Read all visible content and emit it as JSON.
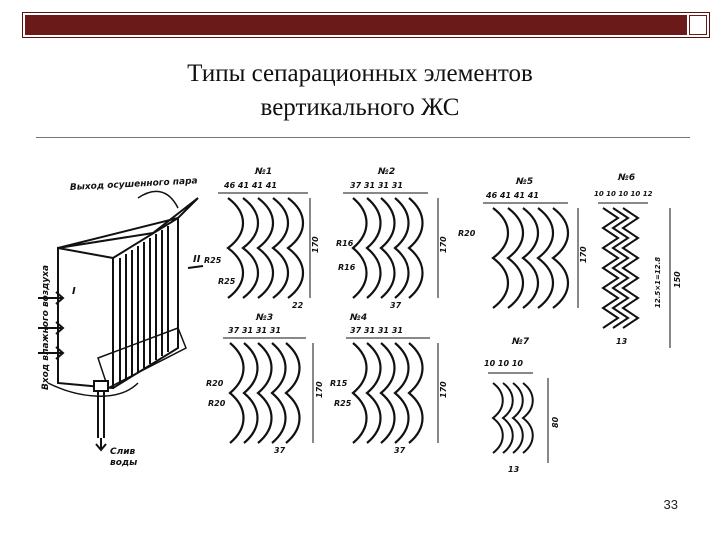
{
  "slide": {
    "title_line1": "Типы сепарационных элементов",
    "title_line2": "вертикального ЖС",
    "page_number": "33",
    "accent_color": "#6b1a1a"
  },
  "figure": {
    "labels": {
      "steam_out": "Выход осушенного пара",
      "wet_steam_in": "Вход влажного воздуха",
      "water_drain_1": "Слив",
      "water_drain_2": "воды",
      "arrow_I": "I",
      "arrow_II": "II"
    },
    "profiles": {
      "p1": "№1",
      "p2": "№2",
      "p3": "№3",
      "p4": "№4",
      "p5": "№5",
      "p6": "№6",
      "p7": "№7"
    },
    "dims": {
      "p1_top": "46 41 41 41",
      "p2_top": "37 31 31 31",
      "p3_top": "37 31 31 31",
      "p4_top": "37 31 31 31",
      "p5_top": "46 41 41 41",
      "p6_top": "10 10 10 10 12",
      "p7_top": "10 10 10",
      "p1_r1": "R25",
      "p1_r2": "R25",
      "p2_r1": "R16",
      "p2_r2": "R16",
      "p3_r1": "R20",
      "p3_r2": "R20",
      "p4_r1": "R15",
      "p4_r2": "R25",
      "p5_r": "R20",
      "p6_side": "12.5×1=12.8",
      "p6_h": "150",
      "p7_h": "80",
      "h170": "170",
      "b22": "22",
      "b37": "37",
      "b13": "13"
    }
  }
}
